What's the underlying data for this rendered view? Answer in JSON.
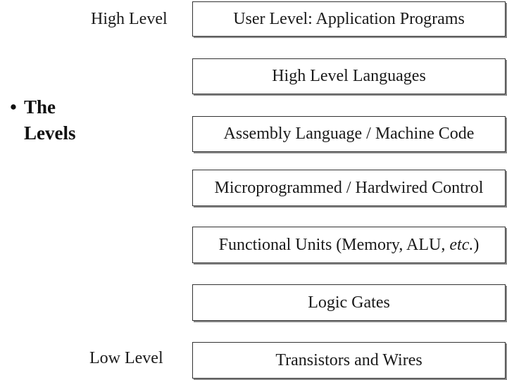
{
  "bullet": {
    "symbol": "•",
    "line1": "The",
    "line2": "Levels"
  },
  "axis_labels": {
    "high": "High Level",
    "low": "Low Level"
  },
  "layers": [
    {
      "label": "User Level: Application Programs"
    },
    {
      "label": "High Level Languages"
    },
    {
      "label": "Assembly Language / Machine Code"
    },
    {
      "label": "Microprogrammed / Hardwired Control"
    },
    {
      "label_pre": "Functional Units (Memory, ALU, ",
      "label_em": "etc.",
      "label_post": ")"
    },
    {
      "label": "Logic Gates"
    },
    {
      "label": "Transistors and Wires"
    }
  ]
}
